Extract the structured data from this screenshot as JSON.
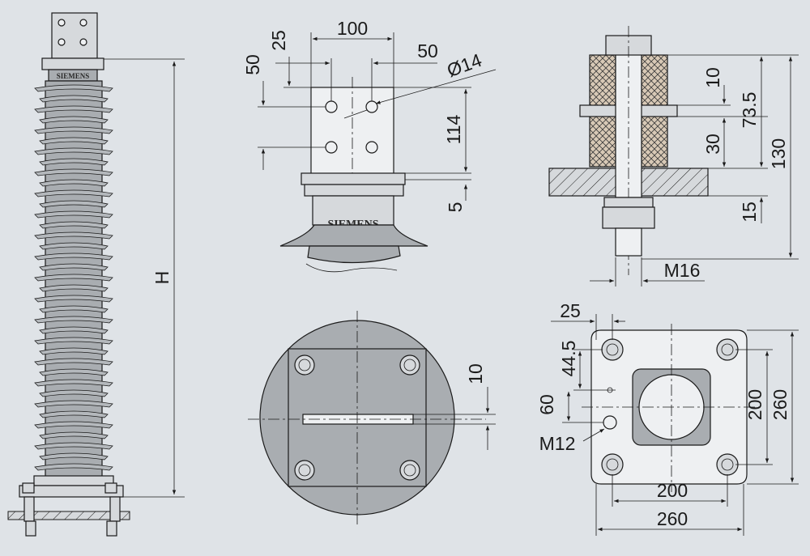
{
  "brand": "SIEMENS",
  "colors": {
    "background": "#dfe3e7",
    "insulator": "#a9adb1",
    "line": "#1a1a1a"
  },
  "views": {
    "elevation": {
      "height_label": "H"
    },
    "top_terminal": {
      "width": "100",
      "edge_offset": "25",
      "hole_pitch": "50",
      "top_offset": "50",
      "hole_diameter": "Ø14",
      "height": "114",
      "base_gap": "5"
    },
    "bolt_section": {
      "d1": "10",
      "d2": "73.5",
      "d3": "30",
      "d4": "130",
      "d5": "15",
      "thread": "M16"
    },
    "flange_top": {
      "slot": "10"
    },
    "base_plate": {
      "edge": "25",
      "offset_a": "44.5",
      "offset_b": "60",
      "thread": "M12",
      "inner_h": "200",
      "outer_h": "260",
      "inner_w": "200",
      "outer_w": "260"
    }
  }
}
